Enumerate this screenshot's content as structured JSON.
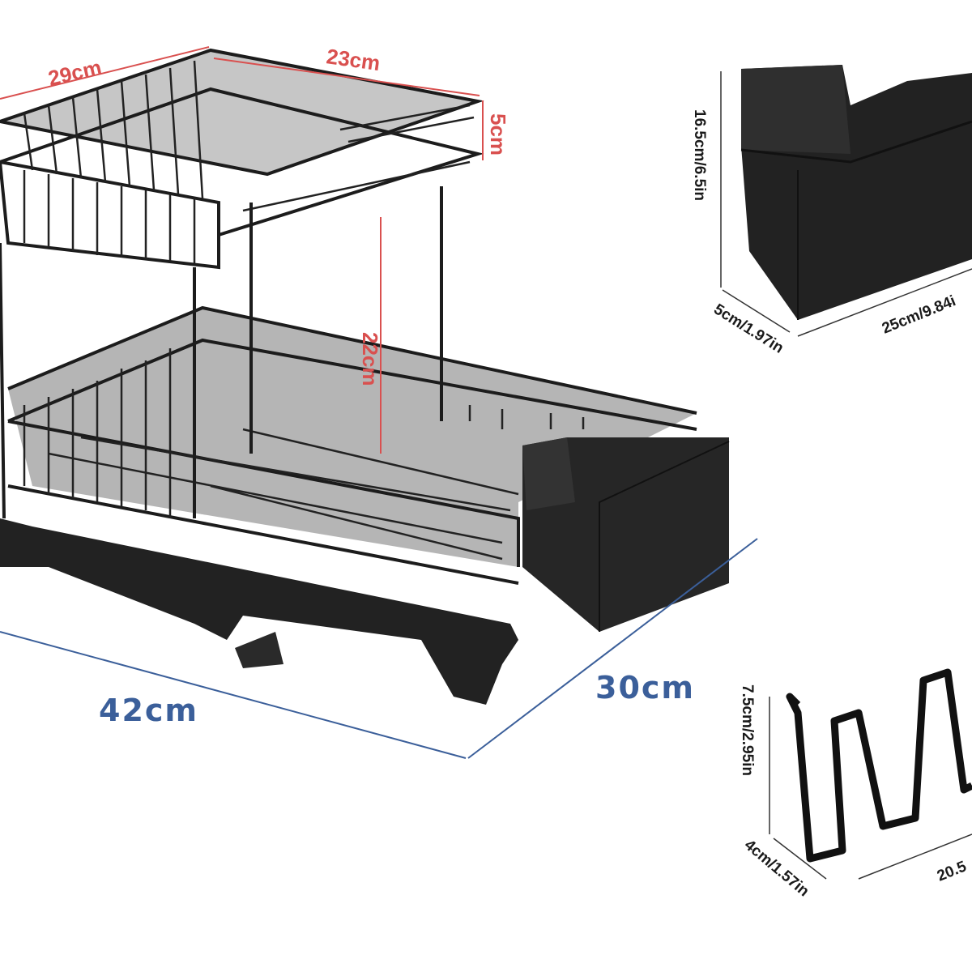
{
  "product": {
    "rack_dimensions": {
      "top_width": "29cm",
      "top_depth": "23cm",
      "top_height": "5cm",
      "tier_gap": "22cm",
      "base_length": "42cm",
      "base_depth": "30cm"
    },
    "utensil_holder": {
      "height": "16.5cm/6.5in",
      "depth": "5cm/1.97in",
      "length": "25cm/9.84i"
    },
    "hook": {
      "height": "7.5cm/2.95in",
      "depth": "4cm/1.57in",
      "length": "20.5"
    },
    "colors": {
      "rack": "#1c1c1c",
      "red_dimension": "#d9504f",
      "blue_dimension": "#3b5f9a"
    }
  }
}
